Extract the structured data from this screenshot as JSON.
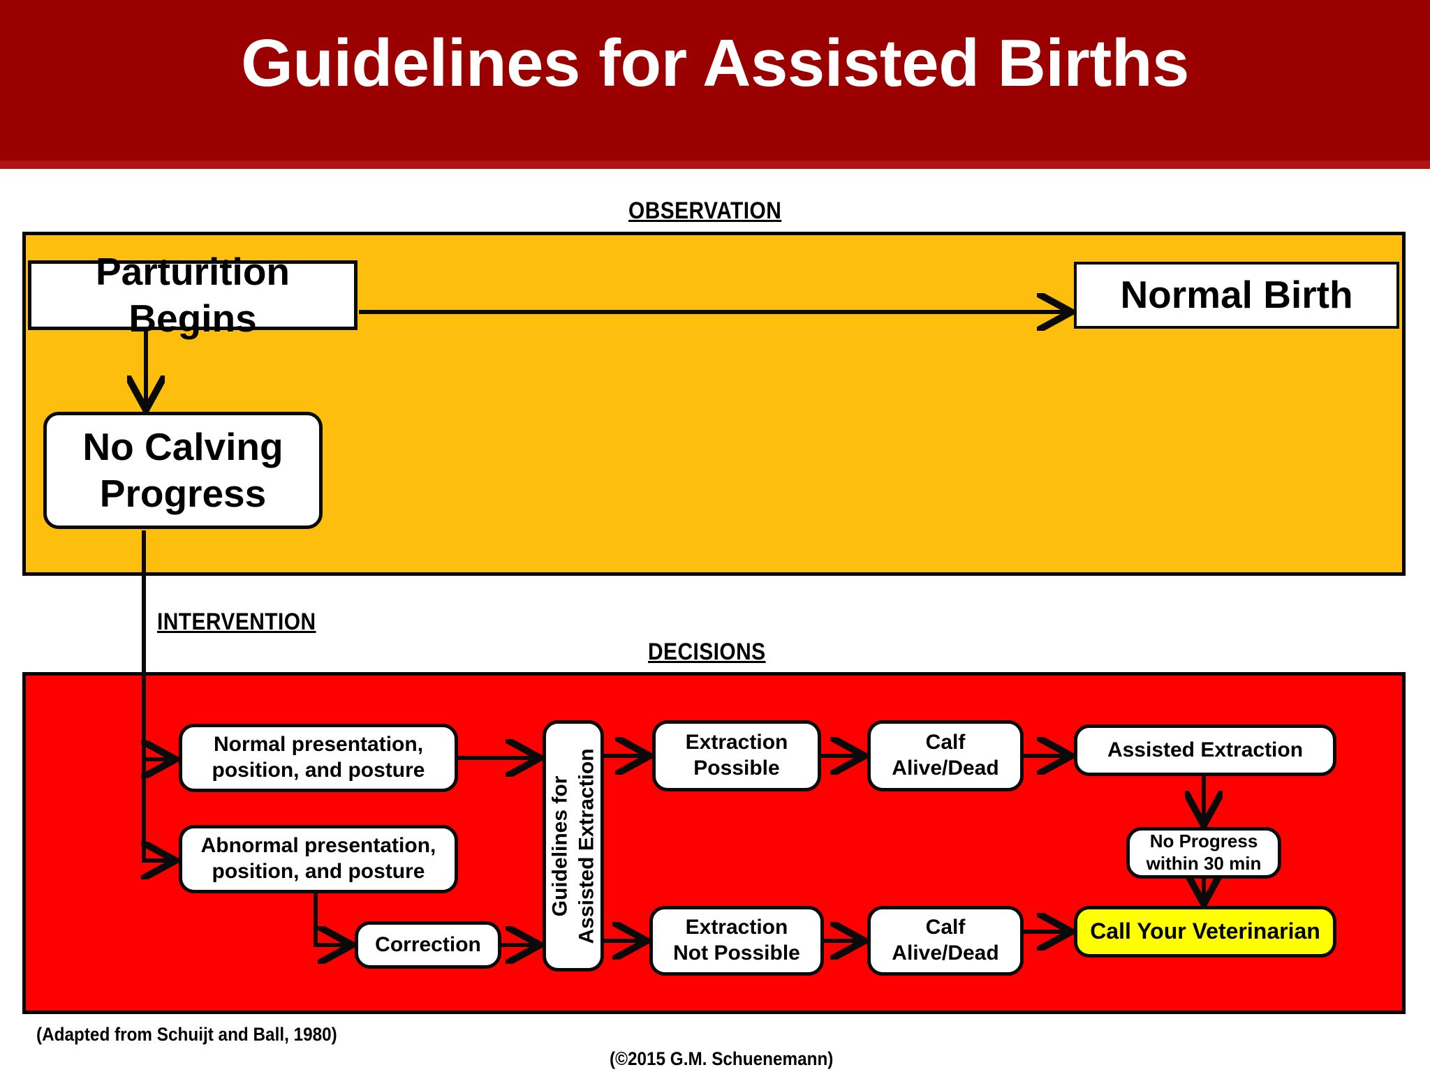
{
  "header": {
    "title": "Guidelines for Assisted Births",
    "background_color": "#9B0000",
    "text_color": "#FFFFFF"
  },
  "sections": {
    "observation": {
      "label": "OBSERVATION",
      "panel_color": "#FDBE0D"
    },
    "intervention": {
      "label": "INTERVENTION"
    },
    "decisions": {
      "label": "DECISIONS",
      "panel_color": "#FE0000"
    }
  },
  "nodes": {
    "parturition_begins": "Parturition Begins",
    "normal_birth": "Normal Birth",
    "no_calving_progress_line1": "No Calving",
    "no_calving_progress_line2": "Progress",
    "normal_presentation_line1": "Normal presentation,",
    "normal_presentation_line2": "position, and posture",
    "abnormal_presentation_line1": "Abnormal presentation,",
    "abnormal_presentation_line2": "position, and posture",
    "correction": "Correction",
    "guidelines_line1": "Guidelines for",
    "guidelines_line2": "Assisted Extraction",
    "extraction_possible_line1": "Extraction",
    "extraction_possible_line2": "Possible",
    "extraction_not_possible_line1": "Extraction",
    "extraction_not_possible_line2": "Not Possible",
    "calf_top_line1": "Calf",
    "calf_top_line2": "Alive/Dead",
    "calf_bottom_line1": "Calf",
    "calf_bottom_line2": "Alive/Dead",
    "assisted_extraction": "Assisted Extraction",
    "no_progress_line1": "No Progress",
    "no_progress_line2": "within 30 min",
    "call_veterinarian": "Call  Your Veterinarian",
    "call_veterinarian_color": "#FFFF00"
  },
  "credits": {
    "adapted_from": "(Adapted from Schuijt and Ball, 1980)",
    "copyright": "(©2015 G.M. Schuenemann)"
  }
}
